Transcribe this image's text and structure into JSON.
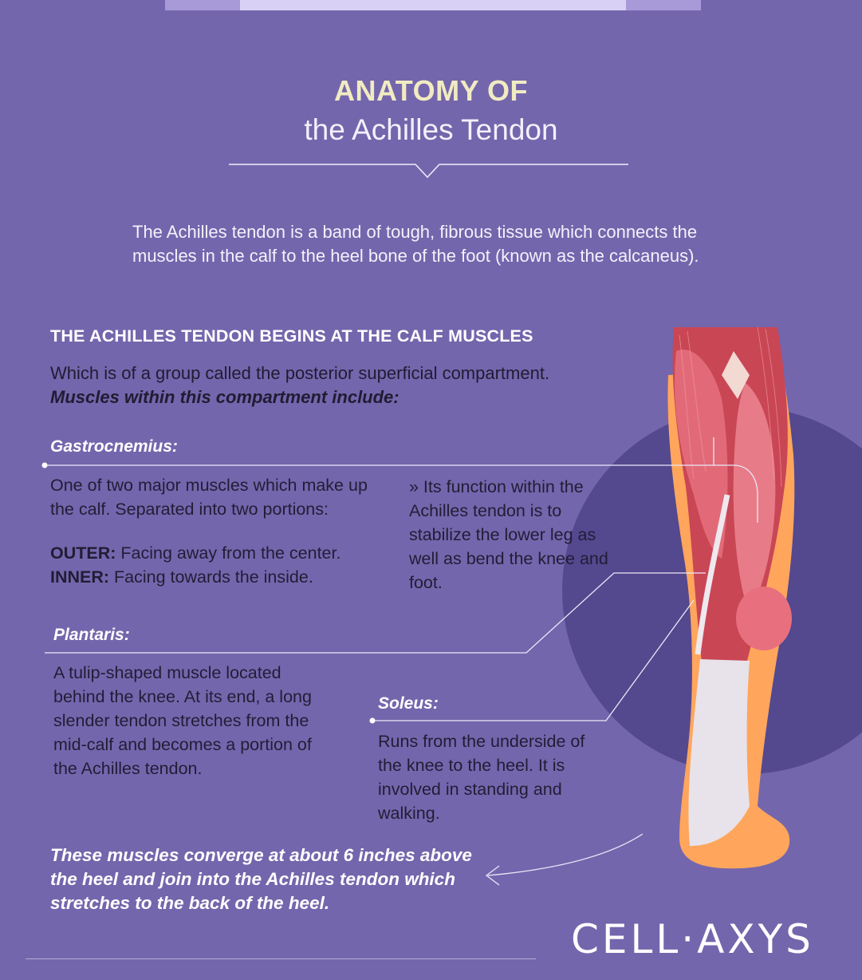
{
  "header": {
    "title": "ANATOMY OF",
    "subtitle": "the Achilles Tendon"
  },
  "intro": "The Achilles tendon is a band of tough, fibrous tissue which connects the muscles in the calf to the heel bone of the foot (known as the calcaneus).",
  "section": {
    "heading": "THE ACHILLES TENDON BEGINS AT THE CALF MUSCLES",
    "description": "Which is of a group called the posterior superficial compartment.",
    "emphasis": "Muscles within this compartment include:"
  },
  "gastrocnemius": {
    "name": "Gastrocnemius:",
    "text": "One of two major muscles which make up the calf. Separated into two portions:",
    "outer_label": "OUTER:",
    "outer_text": " Facing away from the center.",
    "inner_label": "INNER:",
    "inner_text": " Facing towards the inside.",
    "function": "» Its function within the Achilles tendon is to stabilize the lower leg as well as bend the knee and foot."
  },
  "plantaris": {
    "name": "Plantaris:",
    "text": "A tulip-shaped muscle located behind the knee. At its end, a long slender tendon stretches from the mid-calf and becomes a portion of the Achilles tendon."
  },
  "soleus": {
    "name": "Soleus:",
    "text": "Runs from the underside of the knee to the heel. It is involved in standing and walking."
  },
  "converge": "These muscles converge at about 6 inches above the heel and join into the Achilles tendon which stretches to the back of the heel.",
  "logo": "CELL·AXYS",
  "colors": {
    "background": "#7466ac",
    "title": "#f1ebc2",
    "muscle": "#d9515f",
    "skin": "#ffa65c",
    "tendon": "#e8e2ea"
  }
}
